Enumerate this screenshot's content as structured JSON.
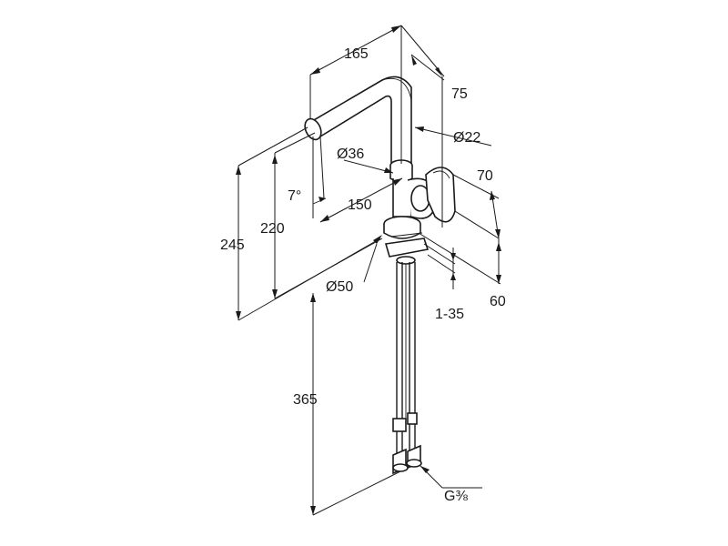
{
  "drawing": {
    "dimensions": {
      "d165": "165",
      "d75": "75",
      "d22": "Ø22",
      "d36": "Ø36",
      "d70": "70",
      "d7deg": "7°",
      "d150": "150",
      "d245": "245",
      "d220": "220",
      "d50": "Ø50",
      "d60": "60",
      "d1_35": "1-35",
      "d365": "365",
      "thread": "G⅜"
    }
  }
}
